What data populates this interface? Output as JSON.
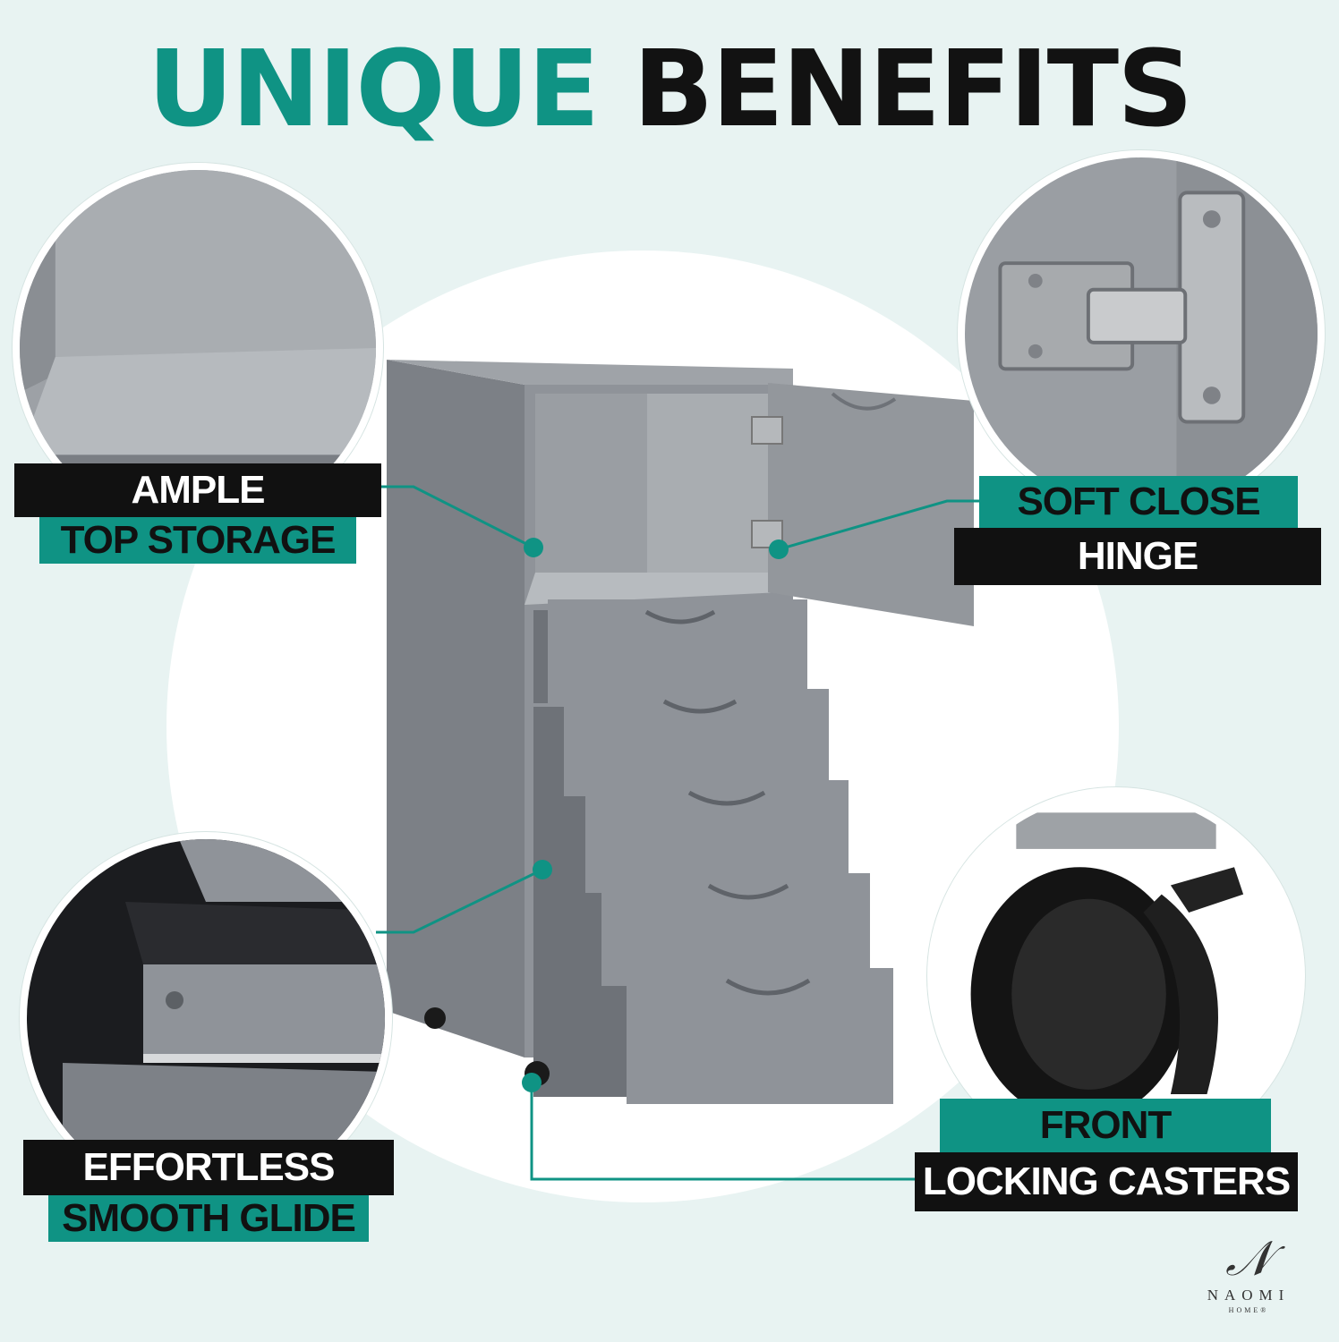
{
  "title": {
    "word1": "UNIQUE",
    "word2": "BENEFITS"
  },
  "colors": {
    "accent": "#0f9384",
    "dark": "#111111",
    "background": "#e8f3f2",
    "furniture": "#8f9399"
  },
  "callouts": {
    "top_storage": {
      "line1": "AMPLE",
      "line2": "TOP STORAGE"
    },
    "hinge": {
      "line1": "SOFT CLOSE",
      "line2": "HINGE"
    },
    "glide": {
      "line1": "EFFORTLESS",
      "line2": "SMOOTH GLIDE"
    },
    "casters": {
      "line1": "FRONT",
      "line2": "LOCKING CASTERS"
    }
  },
  "brand": {
    "name": "NAOMI",
    "sub": "HOME®",
    "monogram_icon": "naomi-monogram-icon"
  }
}
